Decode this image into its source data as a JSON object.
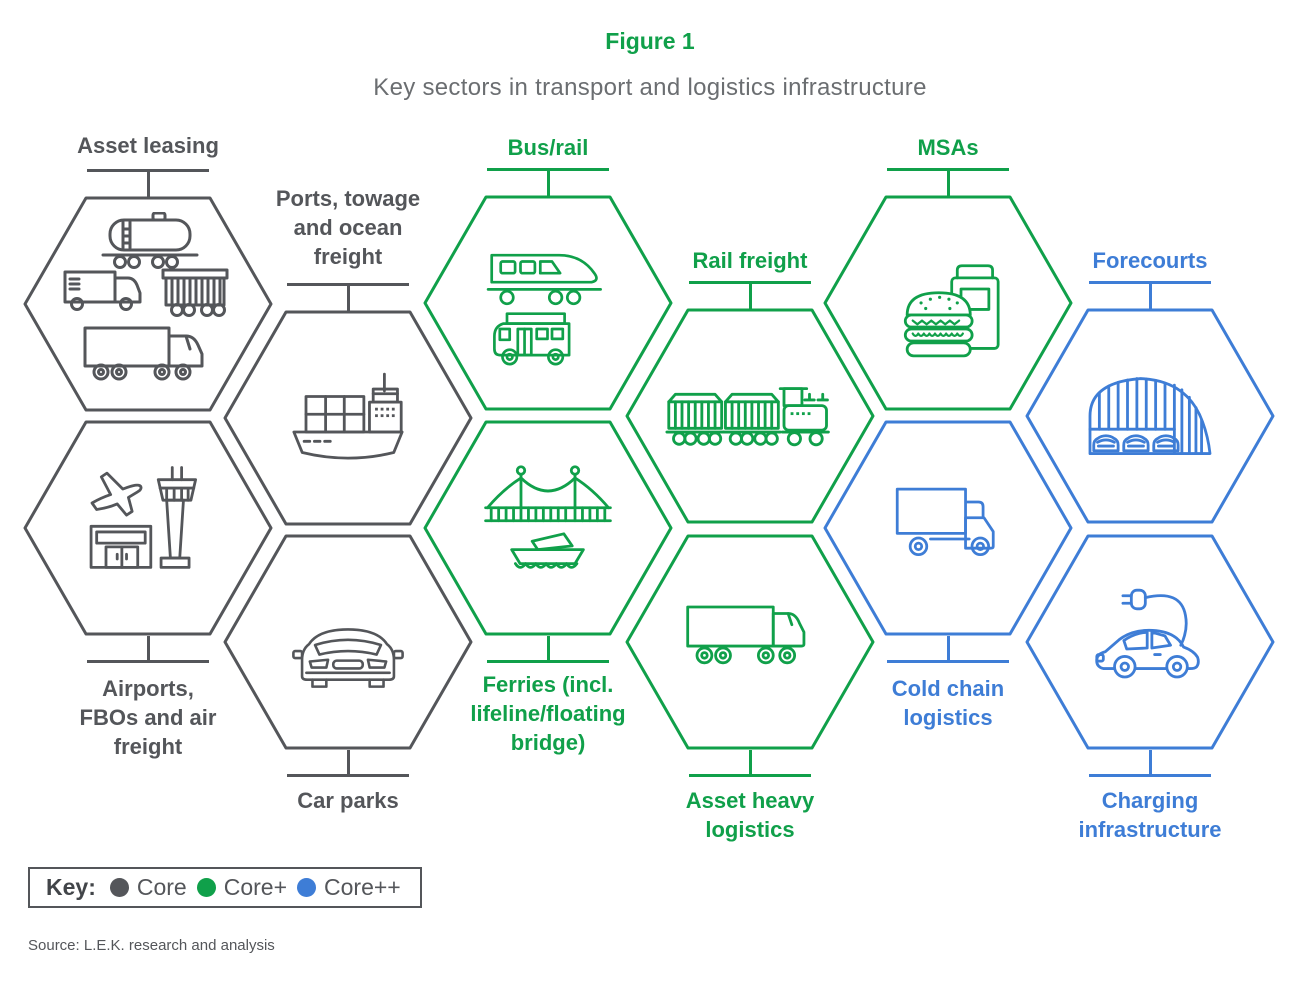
{
  "figure": {
    "label": "Figure 1",
    "title": "Key sectors in transport and logistics infrastructure"
  },
  "sectors": {
    "asset_leasing": {
      "label": "Asset leasing",
      "tier": "Core",
      "icon": "tanker-van-wagon-semi-truck"
    },
    "airports": {
      "label": "Airports, FBOs and air freight",
      "tier": "Core",
      "icon": "plane-control-tower-terminal"
    },
    "ports": {
      "label": "Ports, towage and ocean freight",
      "tier": "Core",
      "icon": "container-ship"
    },
    "car_parks": {
      "label": "Car parks",
      "tier": "Core",
      "icon": "car-front"
    },
    "bus_rail": {
      "label": "Bus/rail",
      "tier": "Core+",
      "icon": "train-and-bus"
    },
    "ferries": {
      "label": "Ferries (incl. lifeline/floating bridge)",
      "tier": "Core+",
      "icon": "suspension-bridge-and-boat"
    },
    "rail_freight": {
      "label": "Rail freight",
      "tier": "Core+",
      "icon": "freight-train"
    },
    "asset_heavy": {
      "label": "Asset heavy logistics",
      "tier": "Core+",
      "icon": "lorry-side-view"
    },
    "msas": {
      "label": "MSAs",
      "tier": "Core+",
      "icon": "burger-and-snack-bag"
    },
    "cold_chain": {
      "label": "Cold chain logistics",
      "tier": "Core++",
      "icon": "delivery-truck"
    },
    "forecourts": {
      "label": "Forecourts",
      "tier": "Core++",
      "icon": "canopy-with-cars"
    },
    "charging": {
      "label": "Charging infrastructure",
      "tier": "Core++",
      "icon": "ev-car-with-charging-plug"
    }
  },
  "key": {
    "label": "Key:",
    "items": [
      {
        "name": "Core",
        "color": "#54565A"
      },
      {
        "name": "Core+",
        "color": "#10A04A"
      },
      {
        "name": "Core++",
        "color": "#3E7DD6"
      }
    ]
  },
  "source": "Source: L.E.K. research and analysis",
  "colors": {
    "core": "#54565A",
    "core_plus": "#10A04A",
    "core_plus_plus": "#3E7DD6",
    "title_green": "#10A04A",
    "subtitle_gray": "#6B6E71"
  }
}
